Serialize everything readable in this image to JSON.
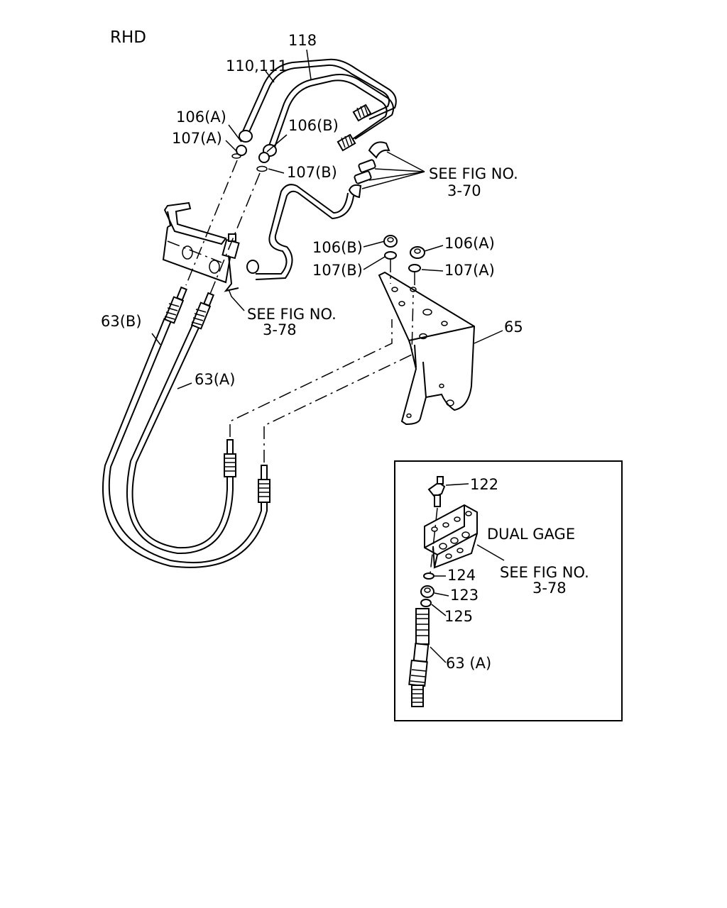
{
  "title": "RHD",
  "labels": {
    "p118": "118",
    "p110_111": "110,111",
    "p106a_top": "106(A)",
    "p107a_top": "107(A)",
    "p106b_top": "106(B)",
    "p107b_top": "107(B)",
    "see_fig_370_a": "SEE FIG NO.",
    "see_fig_370_b": "3-70",
    "p106b_mid": "106(B)",
    "p107b_mid": "107(B)",
    "p106a_mid": "106(A)",
    "p107a_mid": "107(A)",
    "see_fig_378_a": "SEE FIG NO.",
    "see_fig_378_b": "3-78",
    "p63b": "63(B)",
    "p63a": "63(A)",
    "p65": "65"
  },
  "inset": {
    "p122": "122",
    "dual_gage": "DUAL GAGE",
    "see_fig_a": "SEE FIG NO.",
    "see_fig_b": "3-78",
    "p124": "124",
    "p123": "123",
    "p125": "125",
    "p63a": "63 (A)"
  }
}
